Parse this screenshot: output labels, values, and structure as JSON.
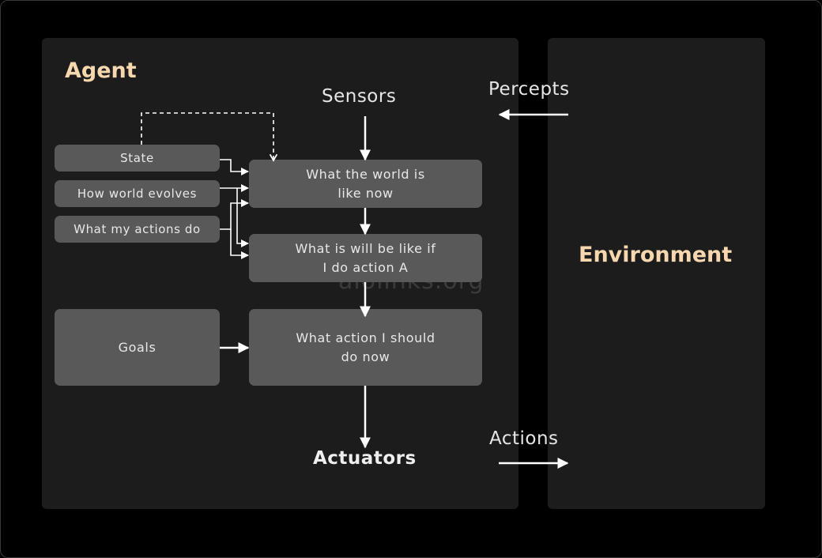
{
  "agent": {
    "title": "Agent",
    "sensors_label": "Sensors",
    "actuators_label": "Actuators",
    "boxes": {
      "state": "State",
      "how_world_evolves": "How world evolves",
      "what_my_actions_do": "What my actions do",
      "goals": "Goals",
      "world_now": "What the world is\nlike now",
      "future": "What is will be like if\nI do action A",
      "action": "What action I should\ndo now"
    }
  },
  "environment": {
    "title": "Environment"
  },
  "flows": {
    "percepts_label": "Percepts",
    "actions_label": "Actions"
  },
  "watermark": "aiolinks.org",
  "colors": {
    "background": "#000000",
    "panel": "#1c1c1c",
    "box": "#595959",
    "heading": "#f7d7ae",
    "text": "#e8e8e8"
  }
}
